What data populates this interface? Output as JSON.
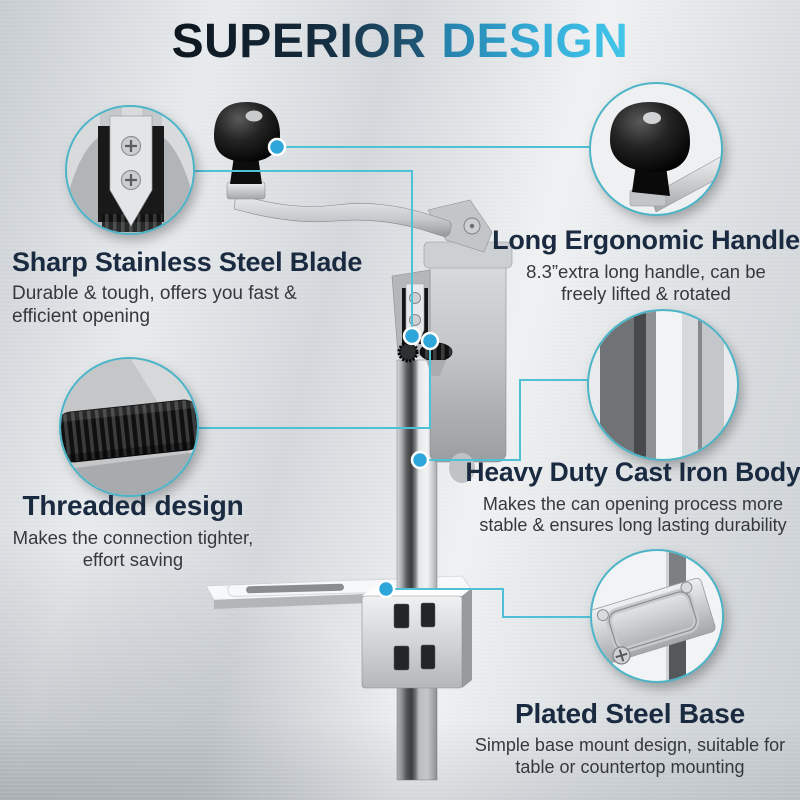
{
  "title": {
    "word1": "SUPERIOR",
    "word2": "DESIGN"
  },
  "features": [
    {
      "id": "blade",
      "heading": "Sharp Stainless Steel Blade",
      "body": "Durable & tough, offers you fast &\nefficient opening"
    },
    {
      "id": "handle",
      "heading": "Long Ergonomic Handle",
      "body": "8.3”extra long handle, can be\nfreely lifted & rotated"
    },
    {
      "id": "threaded",
      "heading": "Threaded design",
      "body": "Makes the connection tighter,\neffort saving"
    },
    {
      "id": "body",
      "heading": "Heavy Duty Cast Iron Body",
      "body": "Makes the can opening process more\nstable & ensures long lasting durability"
    },
    {
      "id": "base",
      "heading": "Plated Steel Base",
      "body": "Simple base mount design, suitable for\ntable or countertop mounting"
    }
  ],
  "callouts": [
    {
      "name": "blade-detail-circle"
    },
    {
      "name": "handle-detail-circle"
    },
    {
      "name": "threaded-detail-circle"
    },
    {
      "name": "body-detail-circle"
    },
    {
      "name": "base-detail-circle"
    }
  ],
  "colors": {
    "accent_dot": "#2ea6da",
    "connector_line": "#4fc0d6",
    "circle_border": "#4db4c8",
    "title_dark_start": "#0e161e",
    "title_dark_end": "#20597a",
    "title_cyan_start": "#2480ab",
    "title_cyan_end": "#43c6ea",
    "heading_text": "#1a2a40",
    "body_text": "#35393e",
    "background": "#dfe3e6"
  }
}
